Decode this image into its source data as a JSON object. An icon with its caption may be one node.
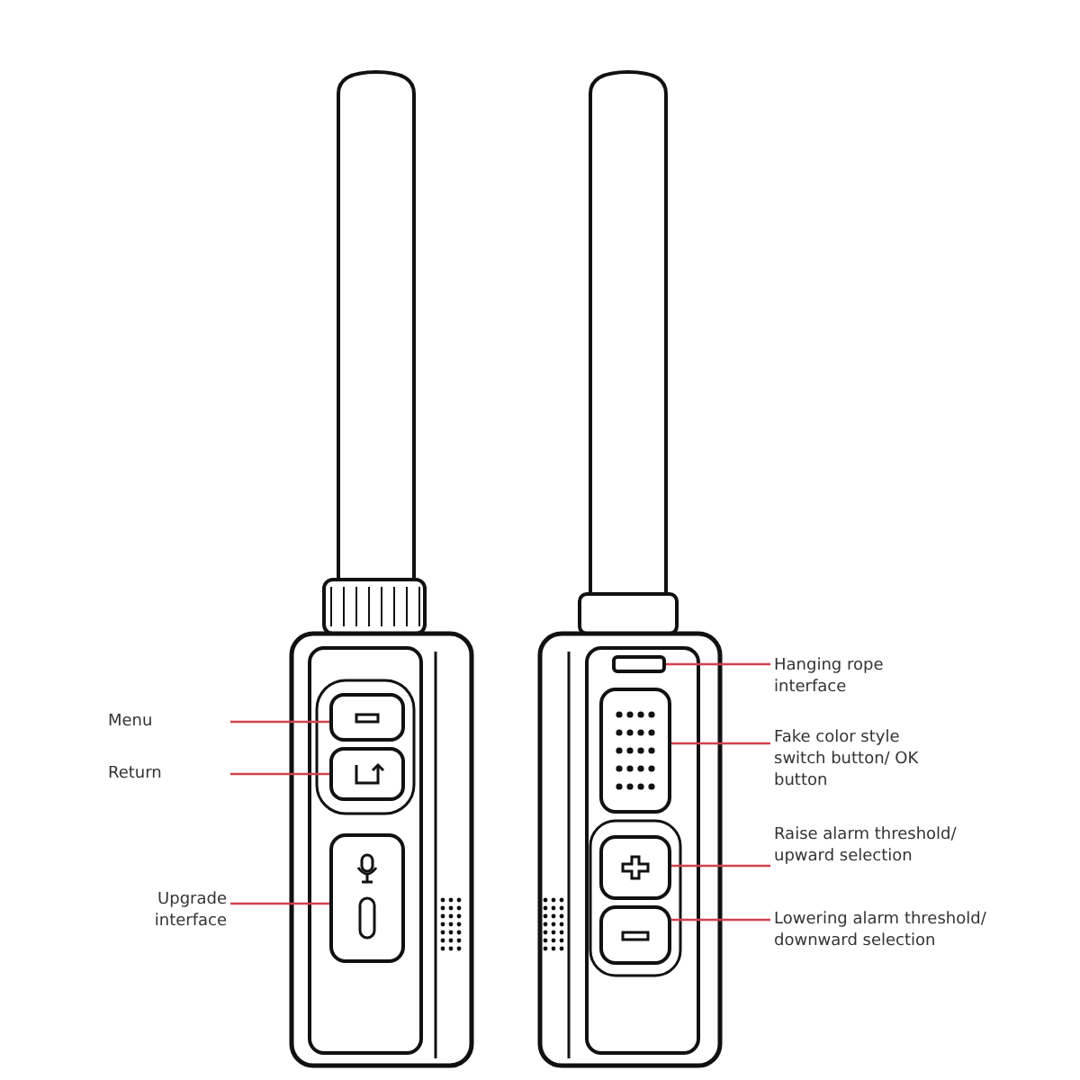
{
  "diagram": {
    "nodes": [
      {
        "text": [
          "Menu"
        ]
      },
      {
        "text": [
          "Return"
        ]
      },
      {
        "text": [
          "Upgrade interface"
        ]
      },
      {
        "text": [
          "Hanging rope interface"
        ]
      },
      {
        "text": [
          "Fake color style switch button/ OK button"
        ]
      },
      {
        "text": [
          "Raise alarm threshold/ upward selection"
        ]
      },
      {
        "text": [
          "Lowering alarm threshold/ downward selection"
        ]
      },
      {
        "text": [],
        "shape": "box"
      },
      {
        "text": [],
        "shape": "box"
      },
      {
        "text": [],
        "shape": "box"
      },
      {
        "text": [],
        "shape": "box"
      },
      {
        "text": [],
        "shape": "box"
      },
      {
        "text": [],
        "shape": "box"
      },
      {
        "text": [],
        "shape": "box"
      }
    ],
    "edges": [
      {
        "from": 0,
        "to": 7,
        "arrow": "none"
      },
      {
        "from": 1,
        "to": 8,
        "arrow": "none"
      },
      {
        "from": 2,
        "to": 9,
        "arrow": "none"
      },
      {
        "from": 3,
        "to": 10,
        "arrow": "none"
      },
      {
        "from": 4,
        "to": 11,
        "arrow": "none"
      },
      {
        "from": 5,
        "to": 12,
        "arrow": "none"
      },
      {
        "from": 6,
        "to": 13,
        "arrow": "none"
      }
    ]
  }
}
